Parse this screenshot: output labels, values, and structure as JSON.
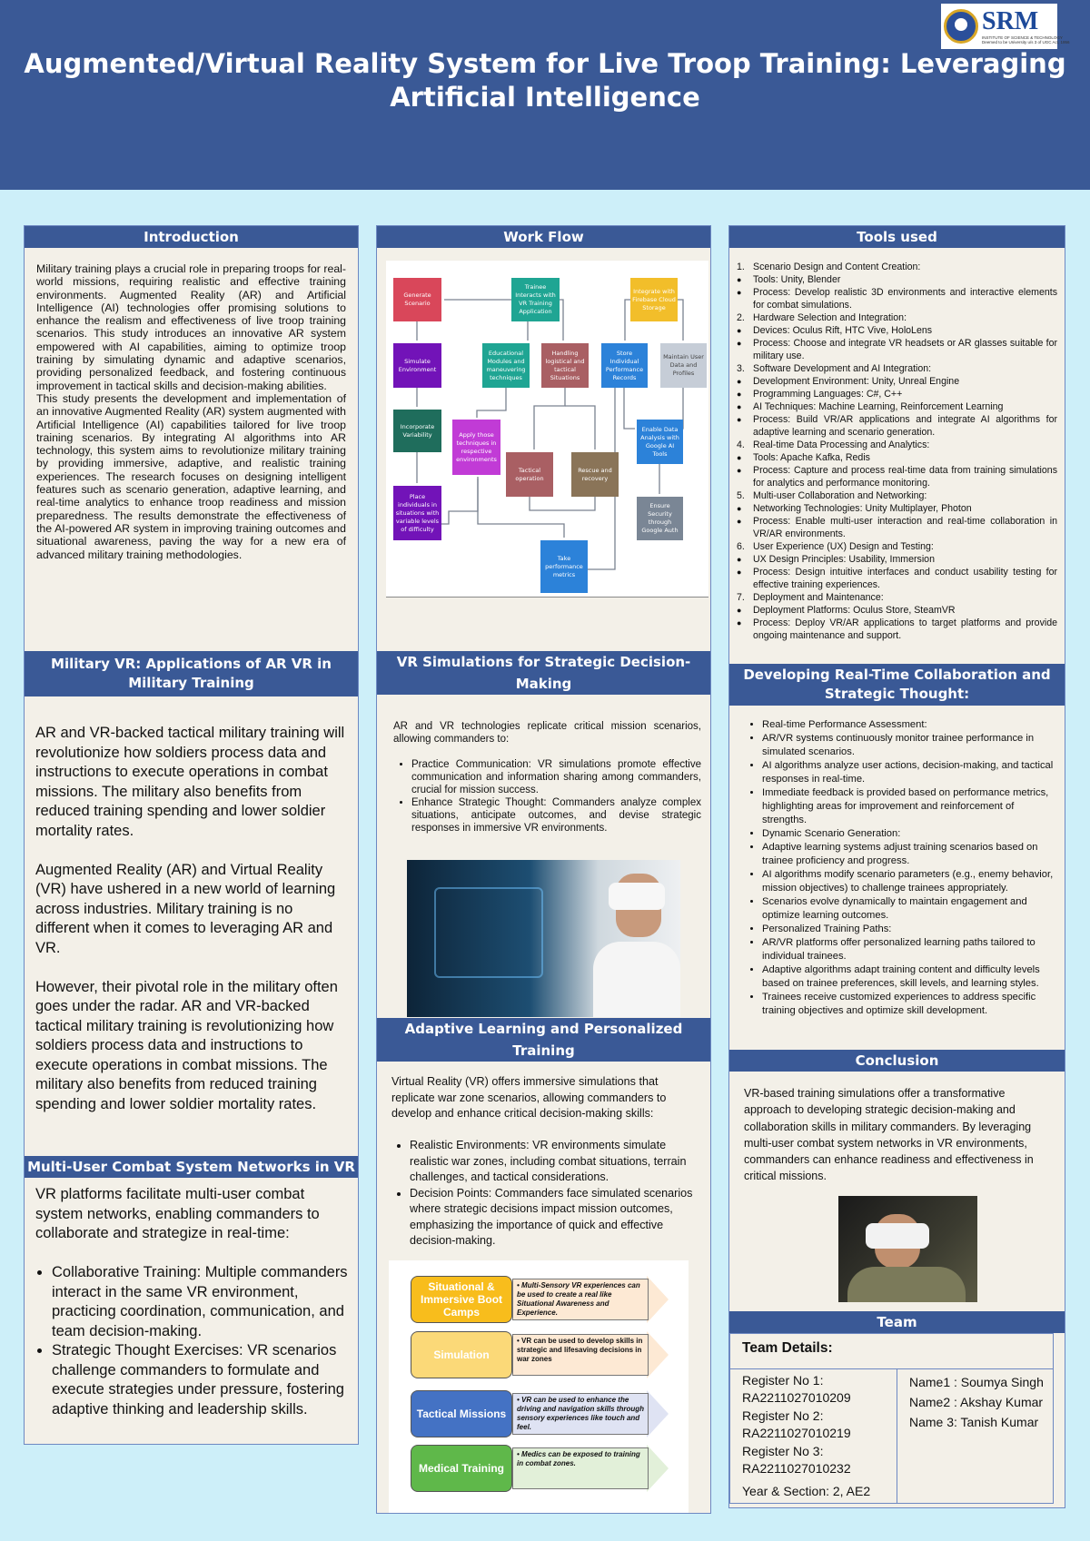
{
  "header": {
    "title": "Augmented/Virtual Reality System for Live Troop Training: Leveraging Artificial Intelligence",
    "logo_text": "SRM",
    "logo_sub": "INSTITUTE OF SCIENCE & TECHNOLOGY",
    "logo_sub2": "Deemed to be University u/s 3 of UGC Act, 1956",
    "colors": {
      "header": "#3a5996",
      "background": "#cdeff9",
      "card": "#f3f0e8"
    }
  },
  "intro": {
    "heading": "Introduction",
    "p1": "Military training plays a crucial role in preparing troops for real-world missions, requiring realistic and effective training environments. Augmented Reality (AR) and Artificial Intelligence (AI) technologies offer promising solutions to enhance the realism and effectiveness of live troop training scenarios. This study introduces an innovative AR system empowered with AI capabilities, aiming to optimize troop training by simulating dynamic and adaptive scenarios, providing personalized feedback, and fostering continuous improvement in tactical skills and decision-making abilities.",
    "p2": "This study presents the development and implementation of an innovative Augmented Reality (AR) system augmented with Artificial Intelligence (AI) capabilities tailored for live troop training scenarios. By integrating AI algorithms into AR technology, this system aims to revolutionize military training by providing immersive, adaptive, and realistic training experiences. The research focuses on designing intelligent features such as scenario generation, adaptive learning, and real-time analytics to enhance troop readiness and mission preparedness. The results demonstrate the effectiveness of the AI-powered AR system in improving training outcomes and situational awareness, paving the way for a new era of advanced military training methodologies."
  },
  "military": {
    "heading": "Military VR: Applications of AR VR in Military Training",
    "p1": "AR and VR-backed tactical military training will revolutionize how soldiers process data and instructions to execute operations in combat missions. The military also benefits from reduced training spending and lower soldier mortality rates.",
    "p2": "Augmented Reality (AR) and Virtual Reality (VR) have ushered in a new world of learning across industries. Military training is no different when it comes to leveraging AR and VR.",
    "p3": "However, their pivotal role in the military often goes under the radar. AR and VR-backed tactical military training is revolutionizing how soldiers process data and instructions to execute operations in combat missions. The military also benefits from reduced training spending and lower soldier mortality rates."
  },
  "multiuser": {
    "heading": "Multi-User Combat System Networks in VR",
    "intro": "VR platforms facilitate multi-user combat system networks, enabling commanders to collaborate and strategize in real-time:",
    "items": [
      "Collaborative Training: Multiple commanders interact in the same VR environment, practicing coordination, communication, and team decision-making.",
      "Strategic Thought Exercises: VR scenarios challenge commanders to formulate and execute strategies under pressure, fostering adaptive thinking and leadership skills."
    ]
  },
  "workflow": {
    "heading": "Work Flow",
    "boxes": [
      "Generate Scenario",
      "Trainee Interacts with VR Training Application",
      "Integrate with Firebase Cloud Storage",
      "Simulate Environment",
      "Educational Modules and maneuvering techniques",
      "Handling logistical and tactical Situations",
      "Store Individual Performance Records",
      "Maintain User Data and Profiles",
      "Incorporate Variability",
      "Apply those techniques in respective environments",
      "Tactical operation",
      "Rescue and recovery",
      "Enable Data Analysis with Google AI Tools",
      "Place individuals in situations with variable levels of difficulty",
      "Ensure Security through Google Auth",
      "Take performance metrics"
    ]
  },
  "vrsim": {
    "heading": "VR Simulations for Strategic Decision-Making",
    "intro": "AR and VR technologies replicate critical mission scenarios, allowing commanders to:",
    "items": [
      "Practice Communication: VR simulations promote effective communication and information sharing among commanders, crucial for mission success.",
      "Enhance Strategic Thought: Commanders analyze complex situations, anticipate outcomes, and devise strategic responses in immersive VR environments."
    ]
  },
  "adaptive": {
    "heading": "Adaptive Learning and Personalized Training",
    "intro": "Virtual Reality (VR) offers immersive simulations that replicate war zone scenarios, allowing commanders to develop and enhance critical decision-making skills:",
    "items": [
      "Realistic Environments: VR environments simulate realistic war zones, including combat situations, terrain challenges, and tactical considerations.",
      "Decision Points: Commanders face simulated scenarios where strategic decisions impact mission outcomes, emphasizing the importance of quick and effective decision-making."
    ],
    "infographic": [
      {
        "label": "Situational & Immersive Boot Camps",
        "desc": "• Multi-Sensory VR experiences can be used to create a real like Situational Awareness and Experience.",
        "color": "#f8bd1c"
      },
      {
        "label": "Simulation",
        "desc": "• VR can be used to develop skills in strategic and lifesaving decisions in war zones",
        "color": "#fbd978"
      },
      {
        "label": "Tactical Missions",
        "desc": "• VR can be used to enhance the driving and navigation skills through sensory experiences like touch and feel.",
        "color": "#4472c4"
      },
      {
        "label": "Medical Training",
        "desc": "• Medics can be exposed to training in combat zones.",
        "color": "#5fb84a"
      }
    ]
  },
  "tools": {
    "heading": "Tools used",
    "items": [
      {
        "t": "n",
        "n": "1.",
        "s": "Scenario Design and Content Creation:"
      },
      {
        "t": "b",
        "s": "Tools: Unity, Blender"
      },
      {
        "t": "b",
        "s": "Process: Develop realistic 3D environments and interactive elements for combat simulations."
      },
      {
        "t": "n",
        "n": "2.",
        "s": "Hardware Selection and Integration:"
      },
      {
        "t": "b",
        "s": "Devices: Oculus Rift, HTC Vive, HoloLens"
      },
      {
        "t": "b",
        "s": "Process: Choose and integrate VR headsets or AR glasses suitable for military use."
      },
      {
        "t": "n",
        "n": "3.",
        "s": "Software Development and AI Integration:"
      },
      {
        "t": "b",
        "s": "Development Environment: Unity, Unreal Engine"
      },
      {
        "t": "b",
        "s": "Programming Languages: C#, C++"
      },
      {
        "t": "b",
        "s": "AI Techniques: Machine Learning, Reinforcement Learning"
      },
      {
        "t": "b",
        "s": "Process: Build VR/AR applications and integrate AI algorithms for adaptive learning and scenario generation."
      },
      {
        "t": "n",
        "n": "4.",
        "s": "Real-time Data Processing and Analytics:"
      },
      {
        "t": "b",
        "s": "Tools: Apache Kafka, Redis"
      },
      {
        "t": "b",
        "s": "Process: Capture and process real-time data from training simulations for analytics and performance monitoring."
      },
      {
        "t": "n",
        "n": "5.",
        "s": "Multi-user Collaboration and Networking:"
      },
      {
        "t": "b",
        "s": "Networking Technologies: Unity Multiplayer, Photon"
      },
      {
        "t": "b",
        "s": "Process: Enable multi-user interaction and real-time collaboration in VR/AR environments."
      },
      {
        "t": "n",
        "n": "6.",
        "s": "User Experience (UX) Design and Testing:"
      },
      {
        "t": "b",
        "s": "UX Design Principles: Usability, Immersion"
      },
      {
        "t": "b",
        "s": "Process: Design intuitive interfaces and conduct usability testing for effective training experiences."
      },
      {
        "t": "n",
        "n": "7.",
        "s": "Deployment and Maintenance:"
      },
      {
        "t": "b",
        "s": "Deployment Platforms: Oculus Store, SteamVR"
      },
      {
        "t": "b",
        "s": "Process: Deploy VR/AR applications to target platforms and provide ongoing maintenance and support."
      }
    ]
  },
  "collab": {
    "heading": "Developing Real-Time Collaboration and Strategic Thought:",
    "items": [
      "Real-time Performance Assessment:",
      "AR/VR systems continuously monitor trainee performance in simulated scenarios.",
      "AI algorithms analyze user actions, decision-making, and tactical responses in real-time.",
      "Immediate feedback is provided based on performance metrics, highlighting areas for improvement and reinforcement of strengths.",
      "Dynamic Scenario Generation:",
      "Adaptive learning systems adjust training scenarios based on trainee proficiency and progress.",
      "AI algorithms modify scenario parameters (e.g., enemy behavior, mission objectives) to challenge trainees appropriately.",
      "Scenarios evolve dynamically to maintain engagement and optimize learning outcomes.",
      "Personalized Training Paths:",
      "AR/VR platforms offer personalized learning paths tailored to individual trainees.",
      "Adaptive algorithms adapt training content and difficulty levels based on trainee preferences, skill levels, and learning styles.",
      "Trainees receive customized experiences to address specific training objectives and optimize skill development."
    ]
  },
  "conclusion": {
    "heading": "Conclusion",
    "text": "VR-based training simulations offer a transformative approach to developing strategic decision-making and collaboration skills in military commanders. By leveraging multi-user combat system networks in VR environments, commanders can enhance readiness and effectiveness in critical missions."
  },
  "team": {
    "heading": "Team",
    "details": "Team Details:",
    "reg": [
      "Register No 1:",
      "RA2211027010209",
      "Register No 2:",
      "RA2211027010219",
      "Register No 3:",
      "RA2211027010232"
    ],
    "year": "Year & Section: 2, AE2",
    "names": [
      "Name1 : Soumya Singh",
      "Name2 : Akshay Kumar",
      "Name 3: Tanish Kumar"
    ]
  }
}
